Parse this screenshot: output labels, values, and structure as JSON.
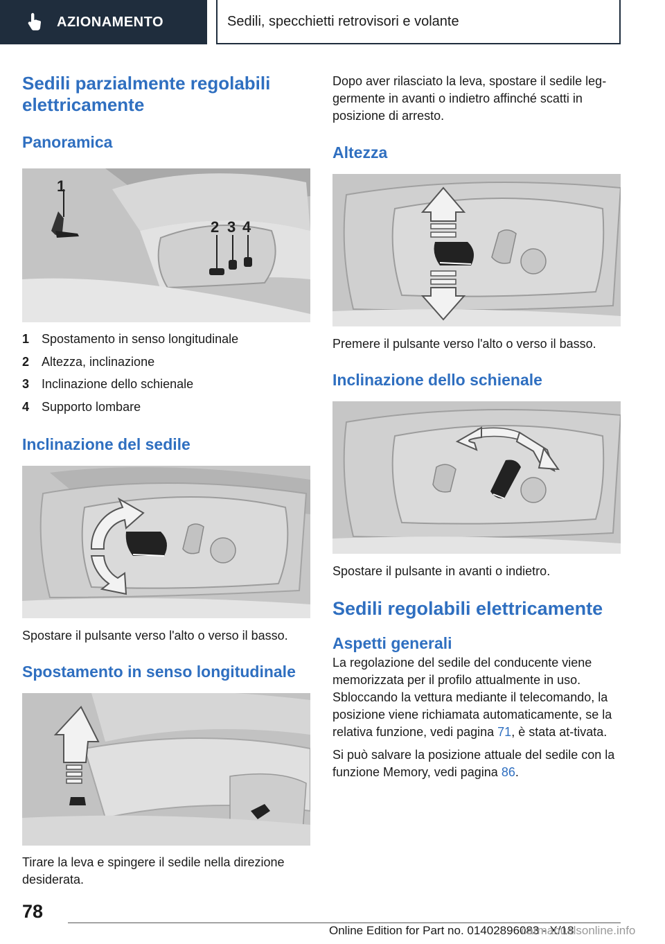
{
  "header": {
    "section": "AZIONAMENTO",
    "title": "Sedili, specchietti retrovisori e volante"
  },
  "left": {
    "title": "Sedili parzialmente regolabili elettricamente",
    "overview_heading": "Panoramica",
    "callouts": [
      "1",
      "2",
      "3",
      "4"
    ],
    "legend": [
      {
        "num": "1",
        "text": "Spostamento in senso longitudinale"
      },
      {
        "num": "2",
        "text": "Altezza, inclinazione"
      },
      {
        "num": "3",
        "text": "Inclinazione dello schienale"
      },
      {
        "num": "4",
        "text": "Supporto lombare"
      }
    ],
    "tilt_heading": "Inclinazione del sedile",
    "tilt_text": "Spostare il pulsante verso l'alto o verso il basso.",
    "long_heading": "Spostamento in senso longitudinale",
    "long_text": "Tirare la leva e spingere il sedile nella direzione desiderata."
  },
  "right": {
    "intro_text": "Dopo aver rilasciato la leva, spostare il sedile leg-germente in avanti o indietro affinché scatti in posizione di arresto.",
    "height_heading": "Altezza",
    "height_text": "Premere il pulsante verso l'alto o verso il basso.",
    "back_heading": "Inclinazione dello schienale",
    "back_text": "Spostare il pulsante in avanti o indietro.",
    "elec_heading": "Sedili regolabili elettricamente",
    "general_heading": "Aspetti generali",
    "general_p1_a": "La regolazione del sedile del conducente viene memorizzata per il profilo attualmente in uso. Sbloccando la vettura mediante il telecomando, la posizione viene richiamata automaticamente, se la relativa funzione, vedi pagina ",
    "general_p1_link": "71",
    "general_p1_b": ", è stata at-tivata.",
    "general_p2_a": "Si può salvare la posizione attuale del sedile con la funzione Memory, vedi pagina ",
    "general_p2_link": "86",
    "general_p2_b": "."
  },
  "footer": {
    "page": "78",
    "edition": "Online Edition for Part no. 01402896083 - X/18",
    "watermark": "carmanualsonline.info"
  }
}
